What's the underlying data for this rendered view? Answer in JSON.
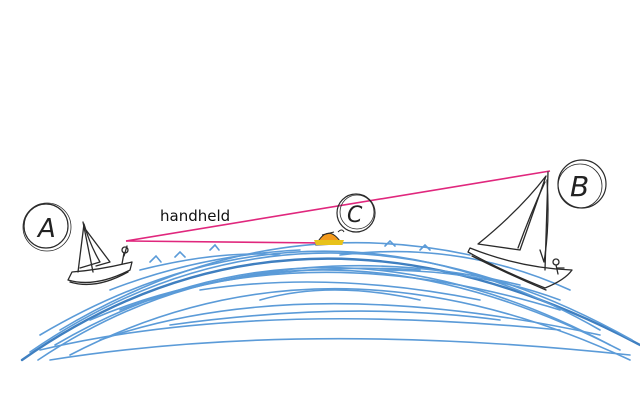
{
  "diagram": {
    "labels": {
      "point_a": "A",
      "point_b": "B",
      "point_c": "C",
      "handheld": "handheld"
    },
    "colors": {
      "sight_line": "#e0277d",
      "sea": "#5b9bd8",
      "sea_dark": "#3f7fc0",
      "sketch": "#2a2a2a",
      "buoy_top": "#f39a1c",
      "buoy_base": "#e8c21a"
    },
    "elements": {
      "boat_left": "sailboat-icon",
      "boat_right": "sailboat-icon",
      "buoy": "buoy-icon",
      "earth_curve": "ocean-horizon"
    }
  }
}
